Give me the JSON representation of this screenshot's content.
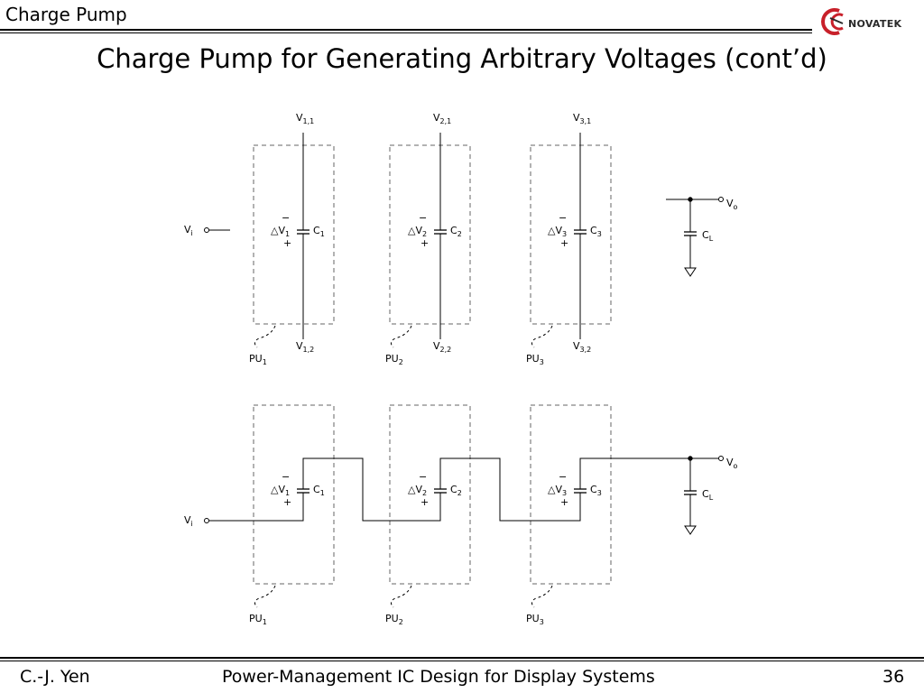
{
  "header": {
    "section": "Charge Pump",
    "logo_text": "NOVATEK"
  },
  "title": "Charge Pump for Generating Arbitrary Voltages (cont’d)",
  "footer": {
    "author": "C.-J. Yen",
    "course": "Power-Management IC Design for Display Systems",
    "page": "36"
  },
  "diagram": {
    "input": {
      "main": "V",
      "sub": "i"
    },
    "output": {
      "main": "V",
      "sub": "o"
    },
    "load_cap": {
      "main": "C",
      "sub": "L"
    },
    "stages": [
      {
        "top": {
          "main": "V",
          "sub": "1,1"
        },
        "bottom": {
          "main": "V",
          "sub": "1,2"
        },
        "dv": {
          "main": "△V",
          "sub": "1"
        },
        "cap": {
          "main": "C",
          "sub": "1"
        },
        "pu": {
          "main": "PU",
          "sub": "1"
        }
      },
      {
        "top": {
          "main": "V",
          "sub": "2,1"
        },
        "bottom": {
          "main": "V",
          "sub": "2,2"
        },
        "dv": {
          "main": "△V",
          "sub": "2"
        },
        "cap": {
          "main": "C",
          "sub": "2"
        },
        "pu": {
          "main": "PU",
          "sub": "2"
        }
      },
      {
        "top": {
          "main": "V",
          "sub": "3,1"
        },
        "bottom": {
          "main": "V",
          "sub": "3,2"
        },
        "dv": {
          "main": "△V",
          "sub": "3"
        },
        "cap": {
          "main": "C",
          "sub": "3"
        },
        "pu": {
          "main": "PU",
          "sub": "3"
        }
      }
    ],
    "minus": "−",
    "plus": "+"
  }
}
